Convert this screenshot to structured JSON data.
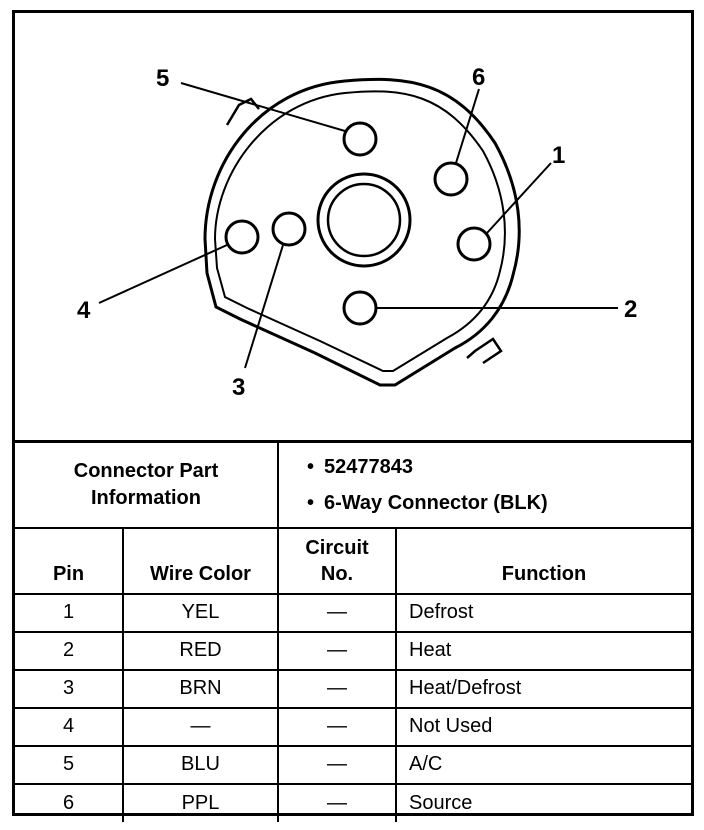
{
  "pin_labels": [
    "1",
    "2",
    "3",
    "4",
    "5",
    "6"
  ],
  "connector_part": {
    "label_line1": "Connector Part",
    "label_line2": "Information",
    "info": [
      "52477843",
      "6-Way Connector (BLK)"
    ]
  },
  "table": {
    "headers": {
      "pin": "Pin",
      "wire_color": "Wire Color",
      "circuit_line1": "Circuit",
      "circuit_line2": "No.",
      "function": "Function"
    },
    "rows": [
      {
        "pin": "1",
        "wire_color": "YEL",
        "circuit": "—",
        "function": "Defrost"
      },
      {
        "pin": "2",
        "wire_color": "RED",
        "circuit": "—",
        "function": "Heat"
      },
      {
        "pin": "3",
        "wire_color": "BRN",
        "circuit": "—",
        "function": "Heat/Defrost"
      },
      {
        "pin": "4",
        "wire_color": "—",
        "circuit": "—",
        "function": "Not Used"
      },
      {
        "pin": "5",
        "wire_color": "BLU",
        "circuit": "—",
        "function": "A/C"
      },
      {
        "pin": "6",
        "wire_color": "PPL",
        "circuit": "—",
        "function": "Source"
      }
    ]
  }
}
